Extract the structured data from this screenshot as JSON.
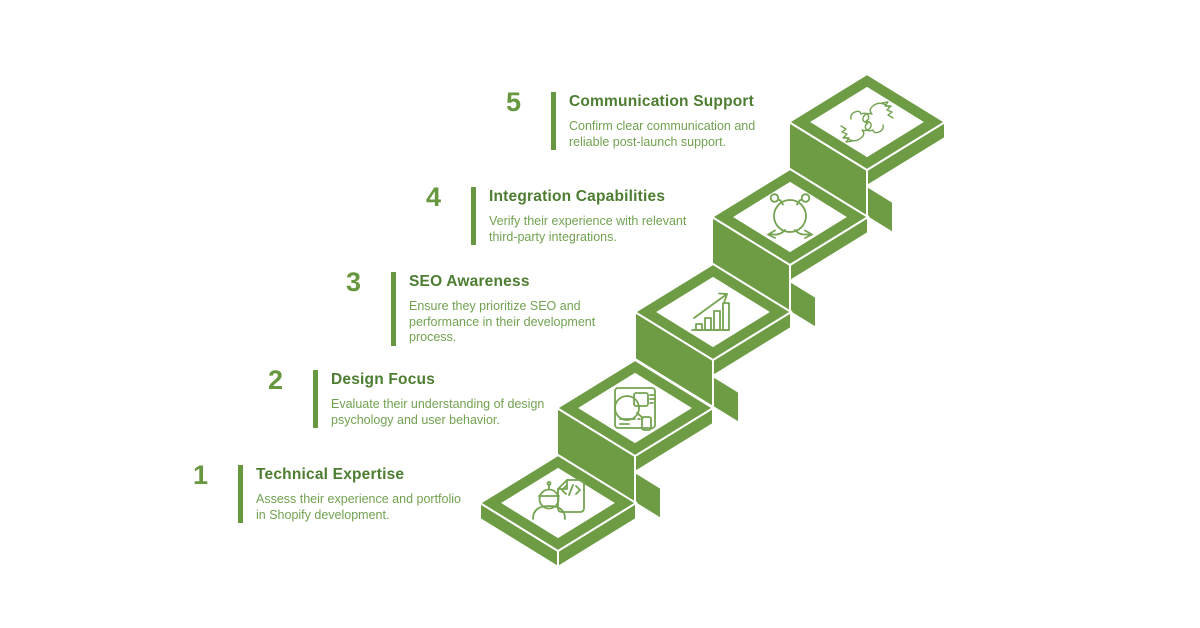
{
  "infographic": {
    "background": "#ffffff",
    "colors": {
      "stair_green": "#6d9c45",
      "accent_green": "#67983f",
      "title_green": "#4d7d31",
      "desc_green": "#72a251",
      "icon_green": "#74a351",
      "tile_white": "#ffffff"
    },
    "steps": [
      {
        "number": "1",
        "title": "Technical Expertise",
        "desc_lines": [
          "Assess their experience and portfolio",
          "in Shopify development."
        ],
        "icon": "developer-document-icon"
      },
      {
        "number": "2",
        "title": "Design Focus",
        "desc_lines": [
          "Evaluate their understanding of design",
          "psychology and user behavior."
        ],
        "icon": "design-layout-icon"
      },
      {
        "number": "3",
        "title": "SEO Awareness",
        "desc_lines": [
          "Ensure they prioritize SEO and",
          "performance in their development",
          "process."
        ],
        "icon": "growth-chart-icon"
      },
      {
        "number": "4",
        "title": "Integration Capabilities",
        "desc_lines": [
          "Verify their experience with relevant",
          "third-party integrations."
        ],
        "icon": "integration-network-icon"
      },
      {
        "number": "5",
        "title": "Communication Support",
        "desc_lines": [
          "Confirm clear communication and",
          "reliable post-launch support."
        ],
        "icon": "handshake-icon"
      }
    ]
  }
}
